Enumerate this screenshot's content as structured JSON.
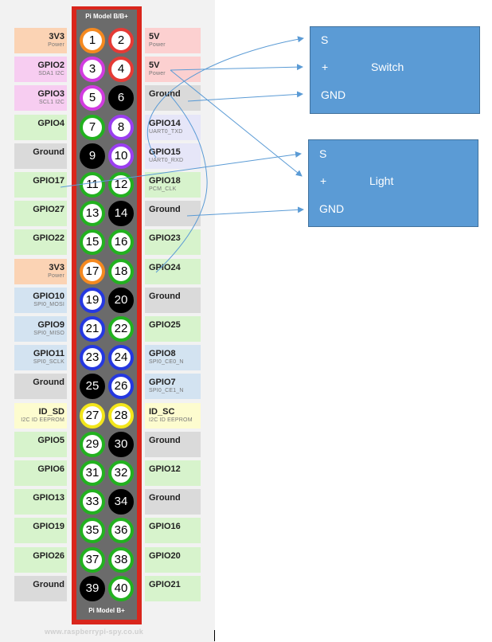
{
  "board": {
    "top_label": "Pi Model B/B+",
    "bottom_label": "Pi Model B+"
  },
  "watermark": "www.raspberrypi-spy.co.uk",
  "colors": {
    "power33_bg": "#fbd3b4",
    "power5_bg": "#fcd0d0",
    "i2c_bg": "#f7cdf1",
    "gpio_bg": "#d7f3cc",
    "ground_bg": "#dadada",
    "uart_bg": "#e6e6f8",
    "spi_bg": "#d3e3f1",
    "eeprom_bg": "#fdfccf",
    "ring_orange": "#f5891f",
    "ring_red": "#e53a35",
    "ring_magenta": "#d23be0",
    "ring_green": "#22b11f",
    "ring_purple": "#9b3ef0",
    "ring_blue": "#2538e0",
    "ring_yellow": "#f2e51b",
    "ring_black": "#000000",
    "box_fill": "#5b9bd5"
  },
  "pins": [
    {
      "num": "1",
      "ring": "orange",
      "fill": "white"
    },
    {
      "num": "2",
      "ring": "red",
      "fill": "white"
    },
    {
      "num": "3",
      "ring": "magenta",
      "fill": "white"
    },
    {
      "num": "4",
      "ring": "red",
      "fill": "white"
    },
    {
      "num": "5",
      "ring": "magenta",
      "fill": "white"
    },
    {
      "num": "6",
      "ring": "black",
      "fill": "black"
    },
    {
      "num": "7",
      "ring": "green",
      "fill": "white"
    },
    {
      "num": "8",
      "ring": "purple",
      "fill": "white"
    },
    {
      "num": "9",
      "ring": "black",
      "fill": "black"
    },
    {
      "num": "10",
      "ring": "purple",
      "fill": "white"
    },
    {
      "num": "11",
      "ring": "green",
      "fill": "white"
    },
    {
      "num": "12",
      "ring": "green",
      "fill": "white"
    },
    {
      "num": "13",
      "ring": "green",
      "fill": "white"
    },
    {
      "num": "14",
      "ring": "black",
      "fill": "black"
    },
    {
      "num": "15",
      "ring": "green",
      "fill": "white"
    },
    {
      "num": "16",
      "ring": "green",
      "fill": "white"
    },
    {
      "num": "17",
      "ring": "orange",
      "fill": "white"
    },
    {
      "num": "18",
      "ring": "green",
      "fill": "white"
    },
    {
      "num": "19",
      "ring": "blue",
      "fill": "white"
    },
    {
      "num": "20",
      "ring": "black",
      "fill": "black"
    },
    {
      "num": "21",
      "ring": "blue",
      "fill": "white"
    },
    {
      "num": "22",
      "ring": "green",
      "fill": "white"
    },
    {
      "num": "23",
      "ring": "blue",
      "fill": "white"
    },
    {
      "num": "24",
      "ring": "blue",
      "fill": "white"
    },
    {
      "num": "25",
      "ring": "black",
      "fill": "black"
    },
    {
      "num": "26",
      "ring": "blue",
      "fill": "white"
    },
    {
      "num": "27",
      "ring": "yellow",
      "fill": "white"
    },
    {
      "num": "28",
      "ring": "yellow",
      "fill": "white"
    },
    {
      "num": "29",
      "ring": "green",
      "fill": "white"
    },
    {
      "num": "30",
      "ring": "black",
      "fill": "black"
    },
    {
      "num": "31",
      "ring": "green",
      "fill": "white"
    },
    {
      "num": "32",
      "ring": "green",
      "fill": "white"
    },
    {
      "num": "33",
      "ring": "green",
      "fill": "white"
    },
    {
      "num": "34",
      "ring": "black",
      "fill": "black"
    },
    {
      "num": "35",
      "ring": "green",
      "fill": "white"
    },
    {
      "num": "36",
      "ring": "green",
      "fill": "white"
    },
    {
      "num": "37",
      "ring": "green",
      "fill": "white"
    },
    {
      "num": "38",
      "ring": "green",
      "fill": "white"
    },
    {
      "num": "39",
      "ring": "black",
      "fill": "black"
    },
    {
      "num": "40",
      "ring": "green",
      "fill": "white"
    }
  ],
  "left_labels": [
    {
      "name": "3V3",
      "sub": "Power",
      "type": "power33"
    },
    {
      "name": "GPIO2",
      "sub": "SDA1 I2C",
      "type": "i2c"
    },
    {
      "name": "GPIO3",
      "sub": "SCL1 I2C",
      "type": "i2c"
    },
    {
      "name": "GPIO4",
      "sub": "",
      "type": "gpio"
    },
    {
      "name": "Ground",
      "sub": "",
      "type": "ground"
    },
    {
      "name": "GPIO17",
      "sub": "",
      "type": "gpio"
    },
    {
      "name": "GPIO27",
      "sub": "",
      "type": "gpio"
    },
    {
      "name": "GPIO22",
      "sub": "",
      "type": "gpio"
    },
    {
      "name": "3V3",
      "sub": "Power",
      "type": "power33"
    },
    {
      "name": "GPIO10",
      "sub": "SPI0_MOSI",
      "type": "spi"
    },
    {
      "name": "GPIO9",
      "sub": "SPI0_MISO",
      "type": "spi"
    },
    {
      "name": "GPIO11",
      "sub": "SPI0_SCLK",
      "type": "spi"
    },
    {
      "name": "Ground",
      "sub": "",
      "type": "ground"
    },
    {
      "name": "ID_SD",
      "sub": "I2C ID EEPROM",
      "type": "eeprom"
    },
    {
      "name": "GPIO5",
      "sub": "",
      "type": "gpio"
    },
    {
      "name": "GPIO6",
      "sub": "",
      "type": "gpio"
    },
    {
      "name": "GPIO13",
      "sub": "",
      "type": "gpio"
    },
    {
      "name": "GPIO19",
      "sub": "",
      "type": "gpio"
    },
    {
      "name": "GPIO26",
      "sub": "",
      "type": "gpio"
    },
    {
      "name": "Ground",
      "sub": "",
      "type": "ground"
    }
  ],
  "right_labels": [
    {
      "name": "5V",
      "sub": "Power",
      "type": "power5"
    },
    {
      "name": "5V",
      "sub": "Power",
      "type": "power5"
    },
    {
      "name": "Ground",
      "sub": "",
      "type": "ground"
    },
    {
      "name": "GPIO14",
      "sub": "UART0_TXD",
      "type": "uart"
    },
    {
      "name": "GPIO15",
      "sub": "UART0_RXD",
      "type": "uart"
    },
    {
      "name": "GPIO18",
      "sub": "PCM_CLK",
      "type": "gpio"
    },
    {
      "name": "Ground",
      "sub": "",
      "type": "ground"
    },
    {
      "name": "GPIO23",
      "sub": "",
      "type": "gpio"
    },
    {
      "name": "GPIO24",
      "sub": "",
      "type": "gpio"
    },
    {
      "name": "Ground",
      "sub": "",
      "type": "ground"
    },
    {
      "name": "GPIO25",
      "sub": "",
      "type": "gpio"
    },
    {
      "name": "GPIO8",
      "sub": "SPI0_CE0_N",
      "type": "spi"
    },
    {
      "name": "GPIO7",
      "sub": "SPI0_CE1_N",
      "type": "spi"
    },
    {
      "name": "ID_SC",
      "sub": "I2C ID EEPROM",
      "type": "eeprom"
    },
    {
      "name": "Ground",
      "sub": "",
      "type": "ground"
    },
    {
      "name": "GPIO12",
      "sub": "",
      "type": "gpio"
    },
    {
      "name": "Ground",
      "sub": "",
      "type": "ground"
    },
    {
      "name": "GPIO16",
      "sub": "",
      "type": "gpio"
    },
    {
      "name": "GPIO20",
      "sub": "",
      "type": "gpio"
    },
    {
      "name": "GPIO21",
      "sub": "",
      "type": "gpio"
    }
  ],
  "switch_box": {
    "s": "S",
    "plus": "+",
    "title": "Switch",
    "gnd": "GND"
  },
  "light_box": {
    "s": "S",
    "plus": "+",
    "title": "Light",
    "gnd": "GND"
  }
}
